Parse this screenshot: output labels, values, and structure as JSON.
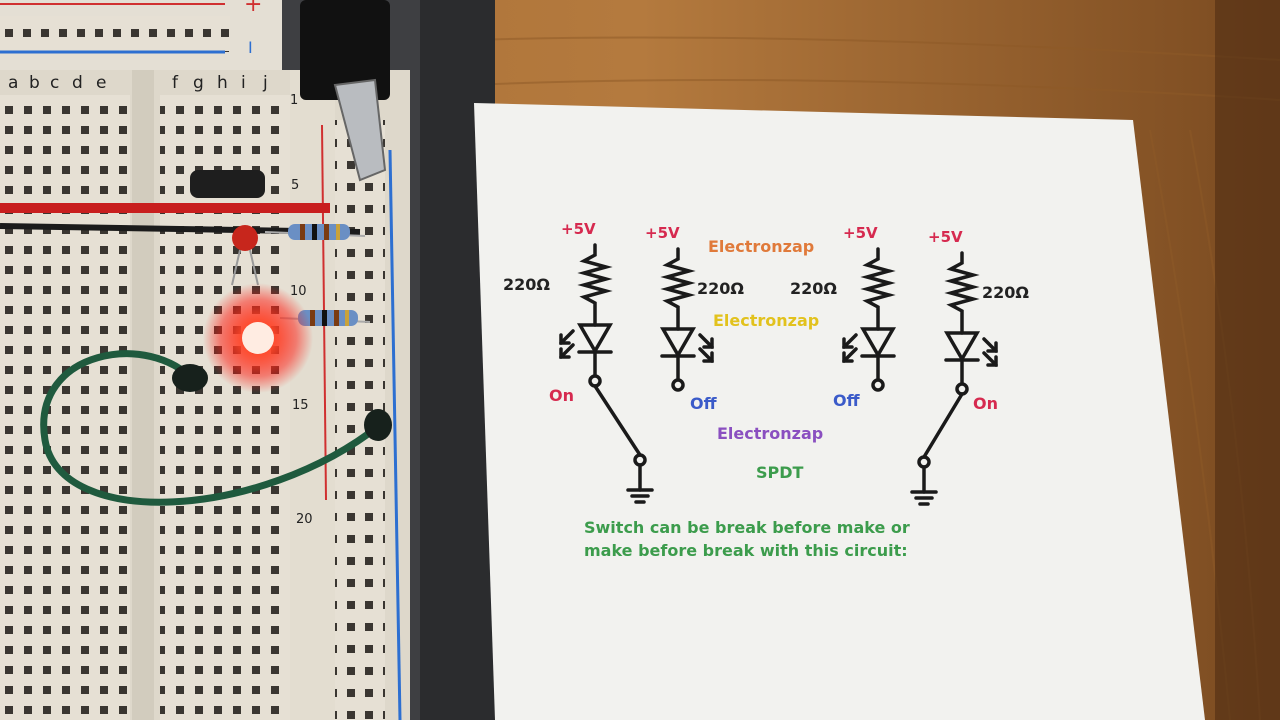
{
  "breadboard": {
    "columns_left": [
      "a",
      "b",
      "c",
      "d",
      "e"
    ],
    "columns_right": [
      "f",
      "g",
      "h",
      "i",
      "j"
    ],
    "row_numbers": [
      "1",
      "5",
      "10",
      "15",
      "20"
    ],
    "rail_plus": "+",
    "rail_minus": "I"
  },
  "diagram": {
    "supply_labels": [
      "+5V",
      "+5V",
      "+5V",
      "+5V"
    ],
    "resistor_labels": [
      "220Ω",
      "220Ω",
      "220Ω",
      "220Ω"
    ],
    "led_state_labels": [
      "On",
      "Off",
      "Off",
      "On"
    ],
    "watermarks": [
      "Electronzap",
      "Electronzap",
      "Electronzap"
    ],
    "switch_type": "SPDT",
    "caption_line1": "Switch can be break before make or",
    "caption_line2": "make before break with this circuit:"
  },
  "colors": {
    "supply": "#d62a4f",
    "on": "#d62a4f",
    "off": "#3b5bc9",
    "watermark1": "#e07a3a",
    "watermark2": "#e2c21d",
    "watermark3": "#8a4fc0",
    "spdt": "#3c9c4c",
    "caption": "#3c9c4c",
    "led_glow": "#ff2a1a"
  }
}
